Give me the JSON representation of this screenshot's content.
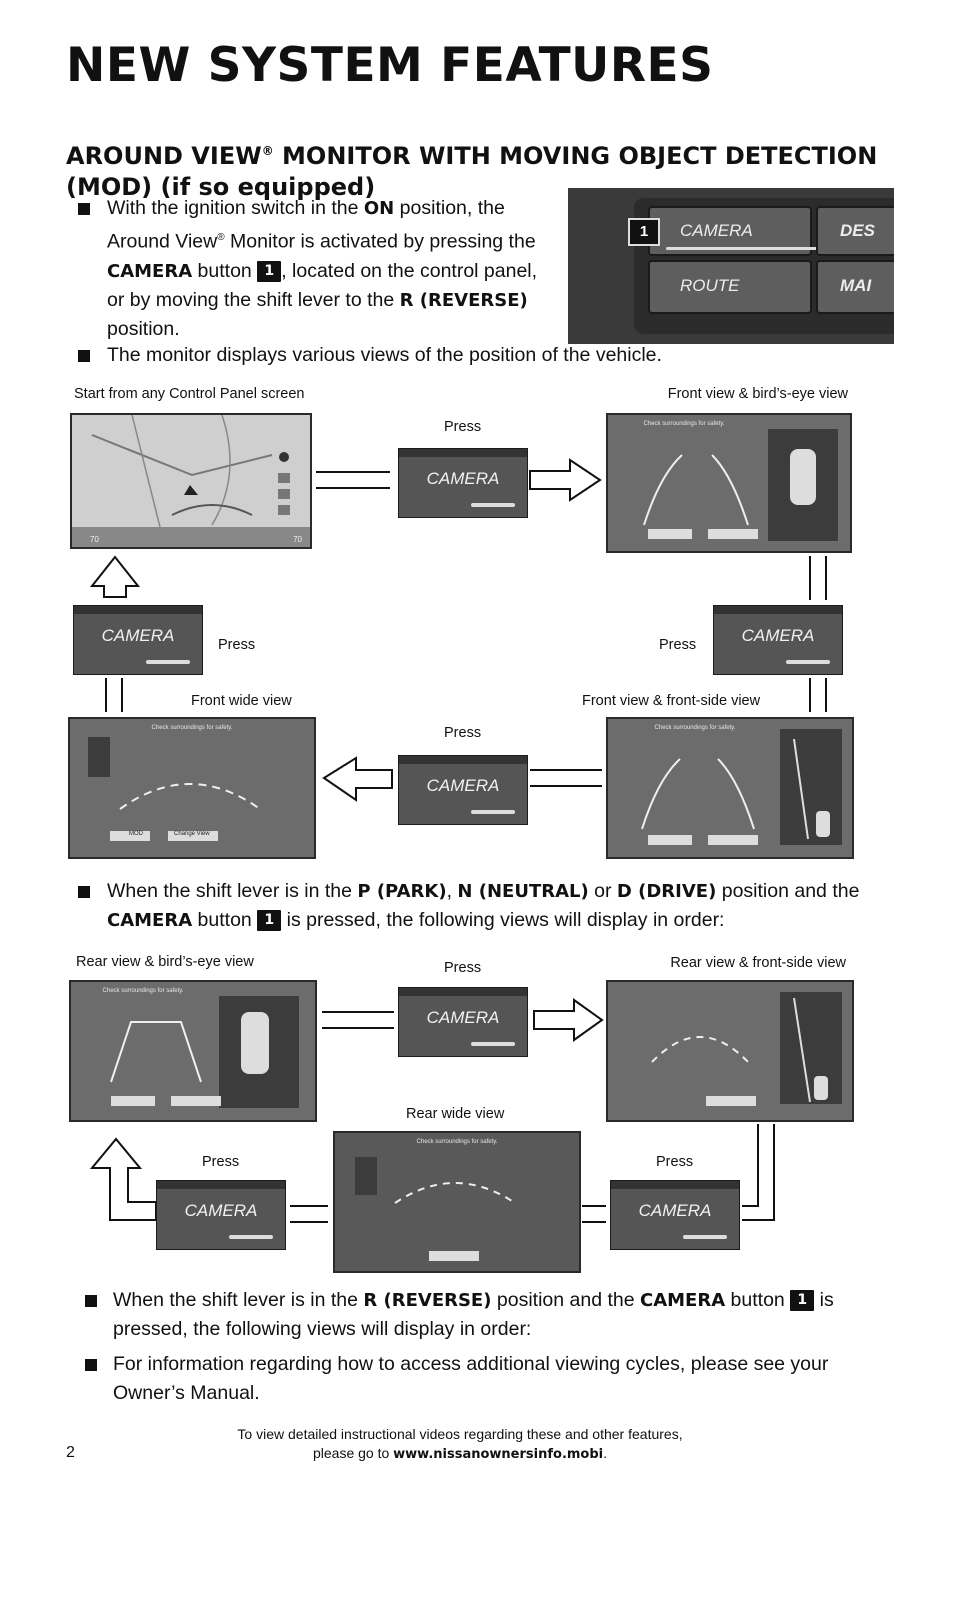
{
  "title": "NEW SYSTEM FEATURES",
  "section": {
    "title_part1": "AROUND VIEW",
    "title_reg": "®",
    "title_part2": " MONITOR WITH MOVING OBJECT DETECTION (MOD) (if so equipped)"
  },
  "intro": {
    "p1": "With the ignition switch in the ",
    "on": "ON",
    "p2": " position, the Around View",
    "reg": "®",
    "p3": " Monitor is activated by pressing the ",
    "camera": "CAMERA",
    "p4": " button ",
    "badge": "1",
    "p5": ", located on the control panel, or by moving the shift lever to the ",
    "reverse": "R (REVERSE)",
    "p6": " position."
  },
  "panel_photo": {
    "badge": "1",
    "buttons": [
      "CAMERA",
      "DES",
      "ROUTE",
      "MAI"
    ]
  },
  "bullet2": "The monitor displays various views of the position of the vehicle.",
  "diagram1": {
    "start_label": "Start from any Control Panel screen",
    "front_birds_eye": "Front view & bird’s-eye view",
    "front_wide": "Front wide view",
    "front_side": "Front view & front-side view",
    "press": "Press",
    "button": "CAMERA",
    "screen_warning": "Check surroundings for safety.",
    "mod_label": "MOD",
    "change_view": "Change View",
    "speed_left": "70",
    "speed_right": "70"
  },
  "bullet3": {
    "p1": "When the shift lever is in the ",
    "park": "P (PARK)",
    "c1": ", ",
    "neutral": "N (NEUTRAL)",
    "p2": " or ",
    "drive": "D (DRIVE)",
    "p3": " position and the ",
    "camera": "CAMERA",
    "p4": " button ",
    "badge": "1",
    "p5": " is pressed, the following views will display in order:"
  },
  "diagram2": {
    "rear_birds_eye": "Rear view & bird’s-eye view",
    "rear_side": "Rear view & front-side view",
    "rear_wide": "Rear wide view",
    "press": "Press",
    "button": "CAMERA"
  },
  "bullet4": {
    "p1": "When the shift lever is in the ",
    "reverse": "R (REVERSE)",
    "p2": " position and the ",
    "camera": "CAMERA",
    "p3": " button ",
    "badge": "1",
    "p4": " is pressed, the following views will display in order:"
  },
  "bullet5": "For information regarding how to access additional viewing cycles, please see your Owner’s Manual.",
  "footer": {
    "page_number": "2",
    "line1": "To view detailed instructional videos regarding these and other features,",
    "line2_prefix": "please go to ",
    "url": "www.nissanownersinfo.mobi",
    "line2_suffix": "."
  }
}
